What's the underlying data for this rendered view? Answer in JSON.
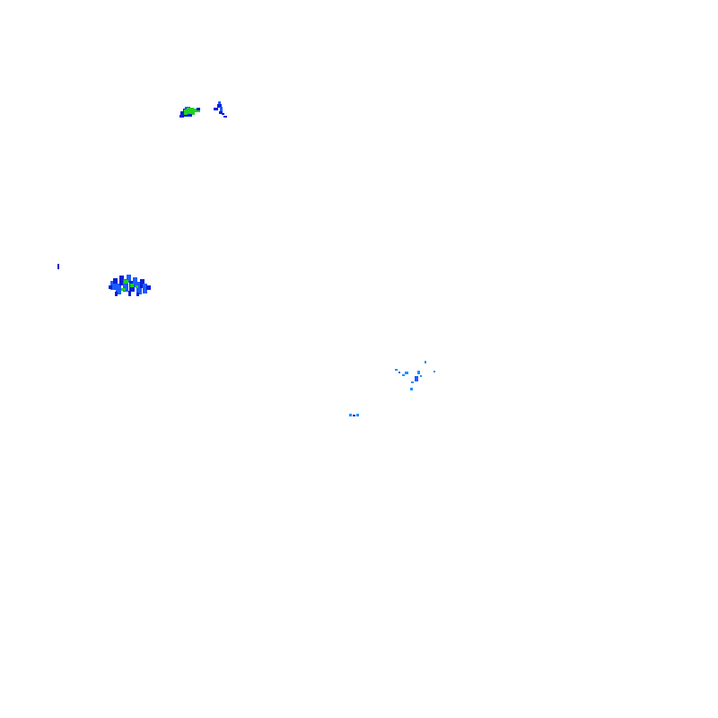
{
  "background_color": "#ffffff",
  "palette": {
    "light_blue": "#1e90ff",
    "medium_blue": "#1c5cff",
    "dark_blue": "#0a1fd6",
    "green": "#1fd11f"
  },
  "echo_clusters": [
    {
      "name": "echo-cluster-north",
      "colors": [
        "dark_blue",
        "green",
        "medium_blue"
      ]
    },
    {
      "name": "echo-cluster-northeast",
      "colors": [
        "dark_blue",
        "medium_blue"
      ]
    },
    {
      "name": "echo-cluster-west",
      "colors": [
        "medium_blue",
        "dark_blue",
        "green"
      ]
    },
    {
      "name": "echo-speck-far-west",
      "colors": [
        "dark_blue"
      ]
    },
    {
      "name": "echo-scatter-center-east",
      "colors": [
        "light_blue",
        "medium_blue"
      ]
    },
    {
      "name": "echo-scatter-center",
      "colors": [
        "light_blue",
        "dark_blue"
      ]
    }
  ]
}
